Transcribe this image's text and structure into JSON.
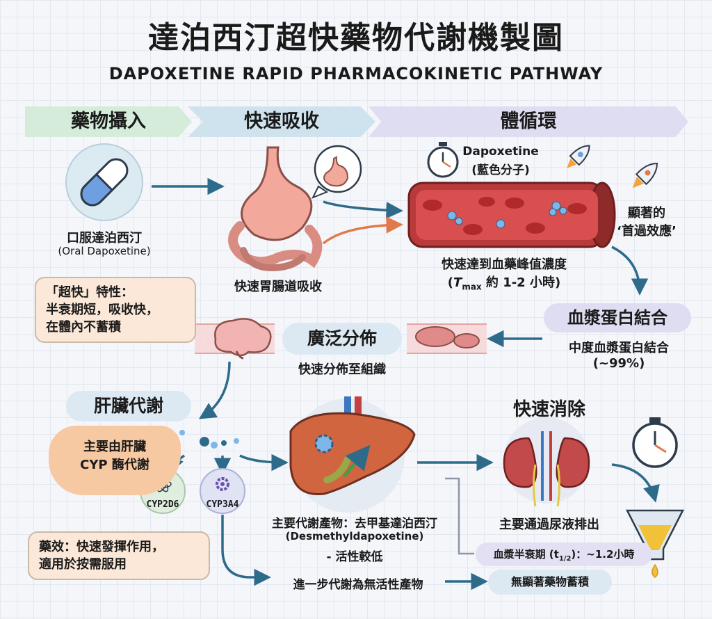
{
  "title": "達泊西汀超快藥物代謝機製圖",
  "subtitle": "DAPOXETINE RAPID PHARMACOKINETIC PATHWAY",
  "stages": [
    "藥物攝入",
    "快速吸收",
    "體循環"
  ],
  "intake": {
    "label": "口服達泊西汀",
    "sublabel": "(Oral Dapoxetine)"
  },
  "fast_bubble": {
    "line1": "「超快」特性：",
    "line2": "半衰期短，吸收快，",
    "line3": "在體內不蓄積"
  },
  "absorption": {
    "label": "快速胃腸道吸收"
  },
  "molecule": {
    "name": "Dapoxetine",
    "note": "(藍色分子)"
  },
  "first_pass": {
    "line1": "顯著的",
    "line2": "‘首過效應’"
  },
  "peak": {
    "line1": "快速達到血藥峰值濃度",
    "tmax_prefix": "(",
    "tmax_symbol": "T",
    "tmax_sub": "max",
    "tmax_suffix": " 約 1-2 小時)"
  },
  "protein": {
    "title": "血漿蛋白結合",
    "line1": "中度血漿蛋白結合",
    "line2": "(~99%)"
  },
  "distribution": {
    "title": "廣泛分佈",
    "label": "快速分佈至組織"
  },
  "liver": {
    "title": "肝臟代謝",
    "line1": "主要由肝臟",
    "line2": "CYP 酶代謝",
    "enzyme1": "CYP2D6",
    "enzyme2": "CYP3A4"
  },
  "metabolite": {
    "line1": "主要代謝產物：去甲基達泊西汀",
    "line2": "(Desmethyldapoxetine)",
    "line3": "- 活性較低"
  },
  "effect_bubble": {
    "line1": "藥效：快速發揮作用，",
    "line2": "適用於按需服用"
  },
  "further": {
    "label": "進一步代謝為無活性產物"
  },
  "no_accum": {
    "label": "無顯著藥物蓄積"
  },
  "elimination": {
    "title": "快速消除",
    "label": "主要通過尿液排出",
    "halflife_prefix": "血漿半衰期 (t",
    "halflife_sub": "1/2",
    "halflife_suffix": ")：~1.2小時"
  },
  "colors": {
    "stage1": "#d4ecd9",
    "stage2": "#cfe3ef",
    "stage3": "#dfddf1",
    "arrow": "#2e6b8a",
    "bubble": "#fbe8d8",
    "pill": "#dce9f2"
  }
}
